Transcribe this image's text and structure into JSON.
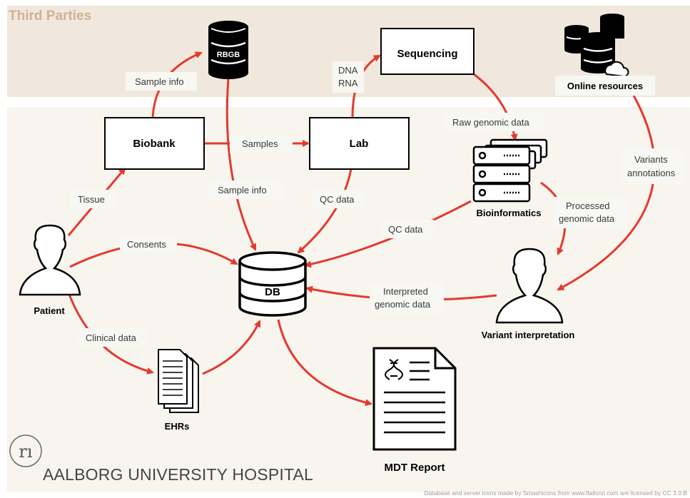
{
  "sections": {
    "third_parties": "Third Parties"
  },
  "nodes": {
    "rbgb": "RBGB",
    "sequencing": "Sequencing",
    "online_resources": "Online resources",
    "biobank": "Biobank",
    "lab": "Lab",
    "bioinformatics": "Bioinformatics",
    "patient": "Patient",
    "db": "DB",
    "variant_interpretation": "Variant interpretation",
    "ehrs": "EHRs",
    "mdt_report": "MDT Report"
  },
  "edges": {
    "sample_info_rbgb": "Sample info",
    "dna": "DNA",
    "rna": "RNA",
    "raw_genomic_data": "Raw genomic data",
    "samples": "Samples",
    "variants": "Variants",
    "annotations": "annotations",
    "tissue": "Tissue",
    "sample_info_db": "Sample info",
    "qc_data_lab": "QC data",
    "processed": "Processed",
    "genomic_data_processed": "genomic data",
    "qc_data_bio": "QC data",
    "consents": "Consents",
    "interpreted": "Interpreted",
    "genomic_data_interpreted": "genomic data",
    "clinical_data": "Clinical data"
  },
  "logo": {
    "glyph": "rı",
    "name": "AALBORG UNIVERSITY HOSPITAL"
  },
  "credit": "Database and server icons made by Smashicons from www.flaticon.com are licensed by CC 3.0 B",
  "colors": {
    "arrow": "#e5392f",
    "third_parties_band": "#f1e8dd",
    "hospital_band": "#f7f5ee",
    "third_parties_title": "#d2b08e",
    "icon": "#000000"
  }
}
